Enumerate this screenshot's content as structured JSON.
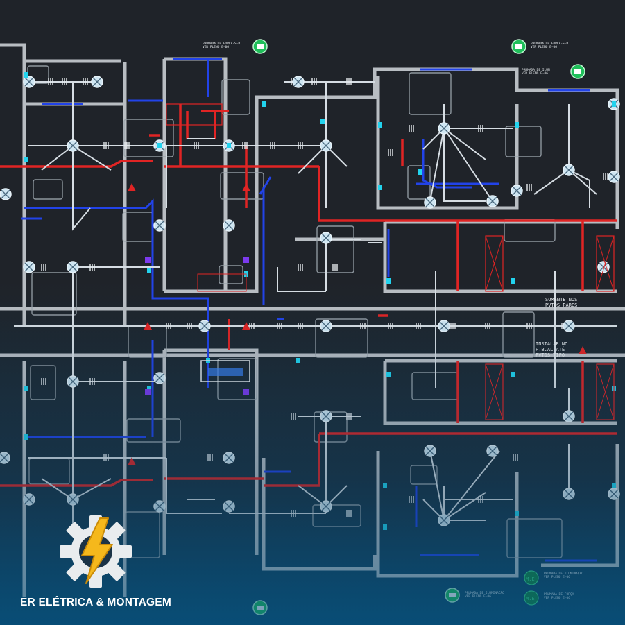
{
  "brand": {
    "name": "ER ELÉTRICA & MONTAGEM",
    "colors": {
      "gear": "#e9ecee",
      "bolt": "#f5b81c",
      "bolt_edge": "#c98a08"
    }
  },
  "plan_notes": {
    "note_top_left": "PRUMADA DE FORÇA-SER\nVER PLENO E-06",
    "note_top_center": "PRUMADA DE ILUM\nVER PLENO E-06",
    "note_top_right": "PRUMADA DE FORÇA-SER\nVER PLENO E-06",
    "note_right_1": "SOMENTE NOS\nPVTOS PARES",
    "note_right_2": "INSTALAR NO\nP.B.AL ATÉ\nPVTOS TIPO",
    "note_bottom_1": "PRUMADA DE ILUMINAÇÃO\nVER PLENO E-06",
    "note_bottom_2": "PRUMADA DE FORÇA\nVER PLENO E-06",
    "label_me_1": "M.E",
    "label_me_2": "M.E"
  },
  "colors": {
    "wall": "#c9ced3",
    "circuit_red": "#e02424",
    "circuit_blue": "#1f3fe0",
    "fixture": "#d6dde3",
    "device_green": "#22c55e",
    "cyan_mark": "#22d3ee"
  },
  "icons": [
    "gear-icon",
    "lightning-bolt-icon",
    "ceiling-light-icon",
    "green-junction-icon"
  ]
}
